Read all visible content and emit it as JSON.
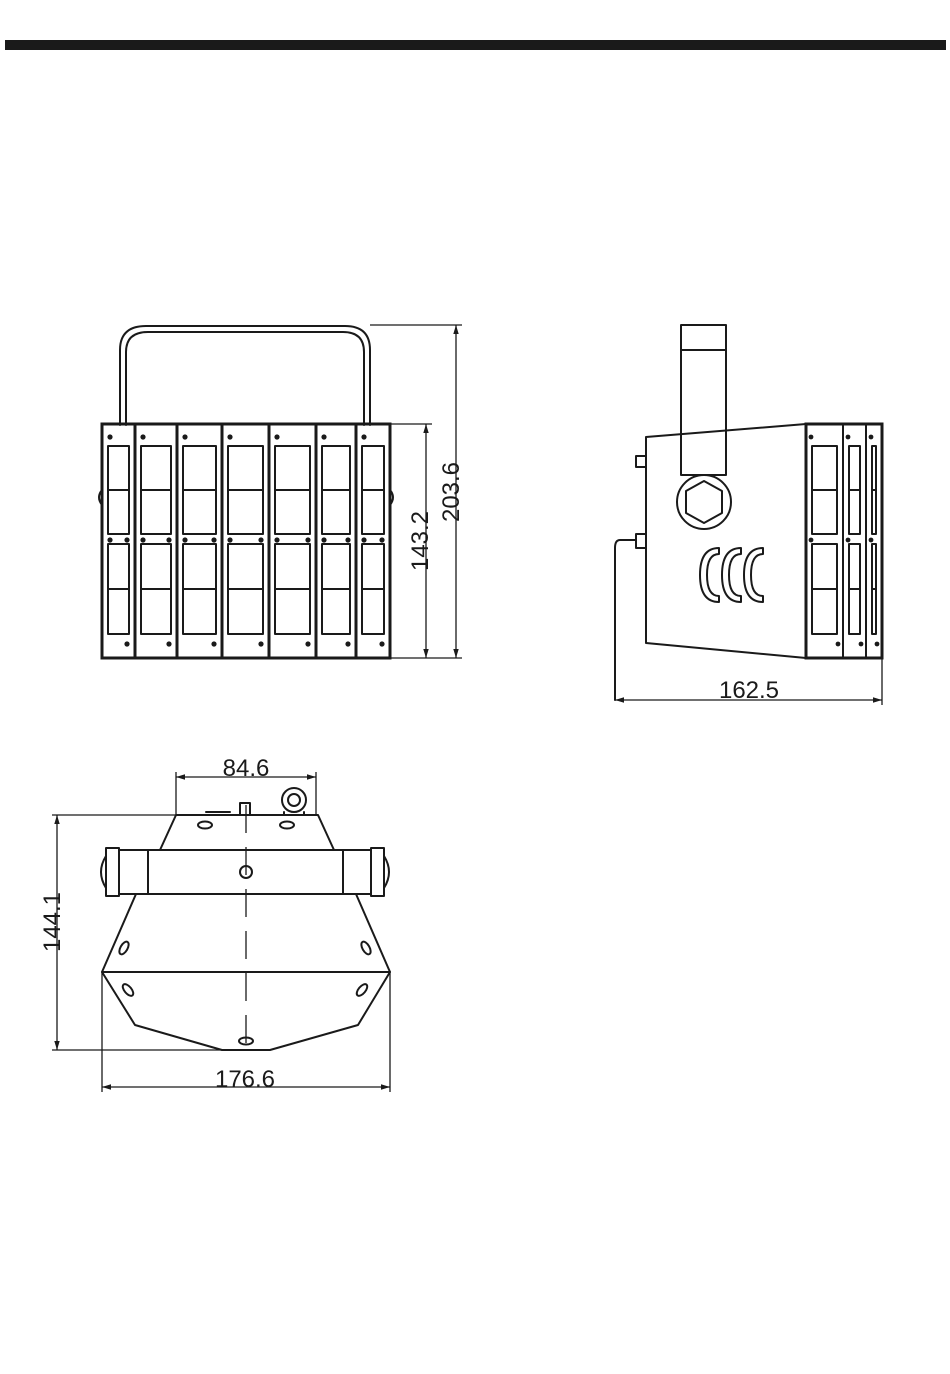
{
  "theme": {
    "line_color": "#1a1a1a",
    "background": "#ffffff",
    "header_rule_color": "#1a1a1a"
  },
  "front_view": {
    "height_overall": "203.6",
    "height_body": "143.2"
  },
  "side_view": {
    "depth": "162.5"
  },
  "bottom_view": {
    "bracket_width": "84.6",
    "depth": "144.1",
    "width": "176.6"
  }
}
